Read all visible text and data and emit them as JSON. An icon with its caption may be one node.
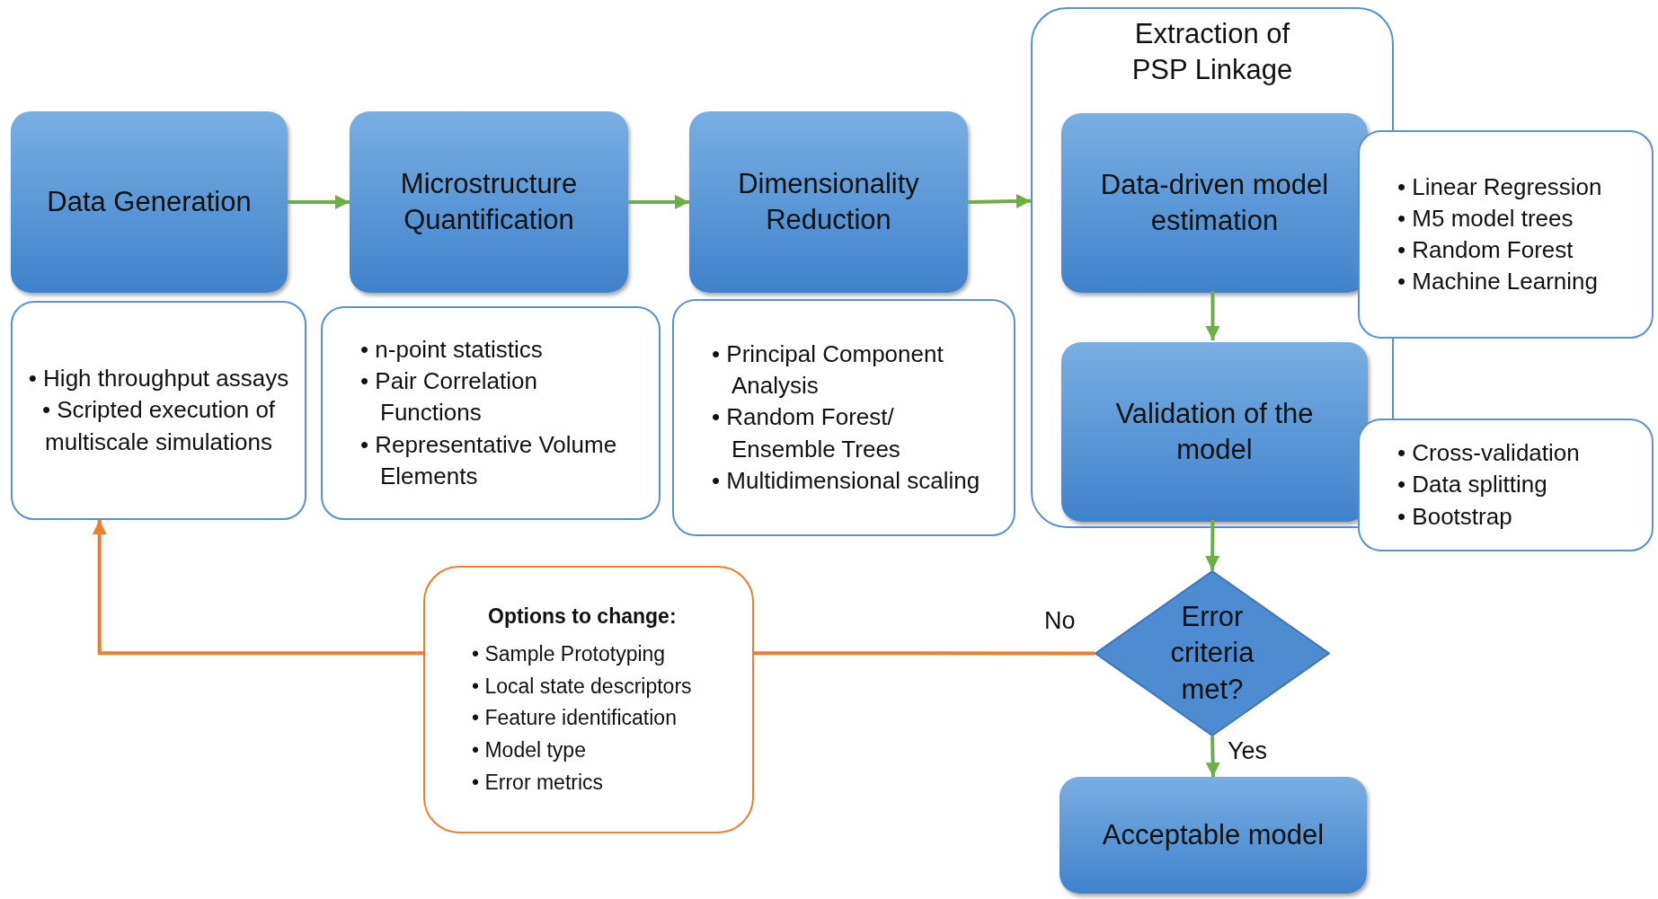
{
  "diagram": {
    "nodes": [
      {
        "text": [
          "Data Generation"
        ]
      },
      {
        "text": [
          "Microstructure Quantification"
        ]
      },
      {
        "text": [
          "Dimensionality Reduction"
        ]
      },
      {
        "text": [
          "Extraction of PSP Linkage"
        ]
      },
      {
        "text": [
          "Data-driven model estimation"
        ],
        "in": 3
      },
      {
        "text": [
          "Validation of the model"
        ],
        "in": 3
      },
      {
        "text": [
          "• High throughput assays",
          "• Scripted execution of multiscale simulations"
        ]
      },
      {
        "text": [
          "• n-point statistics",
          "• Pair Correlation Functions",
          "• Representative Volume Elements"
        ]
      },
      {
        "text": [
          "• Principal Component Analysis",
          "• Random Forest/ Ensemble Trees",
          "• Multidimensional scaling"
        ]
      },
      {
        "text": [
          "• Linear Regression",
          "• M5 model trees",
          "• Random Forest",
          "• Machine Learning"
        ]
      },
      {
        "text": [
          "• Cross-validation",
          "• Data splitting",
          "• Bootstrap"
        ]
      },
      {
        "text": [
          "Error criteria met?"
        ]
      },
      {
        "text": [
          "Options to change:",
          "• Sample Prototyping",
          "• Local state descriptors",
          "• Feature identification",
          "• Model type",
          "• Error metrics"
        ]
      },
      {
        "text": [
          "Acceptable model"
        ]
      }
    ],
    "edges": [
      {
        "from": 0,
        "to": 1,
        "arrow": "to"
      },
      {
        "from": 1,
        "to": 2,
        "arrow": "to"
      },
      {
        "from": 2,
        "to": 3,
        "arrow": "to"
      },
      {
        "from": 4,
        "to": 5,
        "arrow": "to"
      },
      {
        "from": 5,
        "to": 11,
        "arrow": "to"
      },
      {
        "from": 11,
        "to": 13,
        "arrow": "to",
        "label": "Yes"
      },
      {
        "from": 11,
        "to": 12,
        "arrow": "none",
        "label": "No",
        "color": "#ed7d31"
      },
      {
        "from": 12,
        "to": 6,
        "arrow": "to",
        "color": "#ed7d31"
      }
    ]
  }
}
